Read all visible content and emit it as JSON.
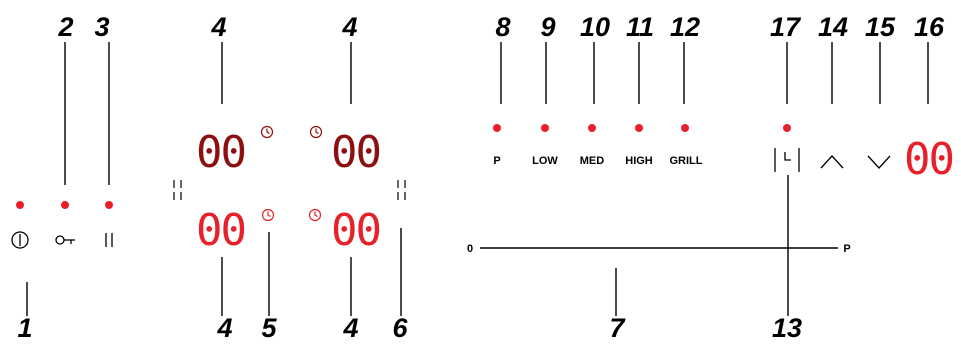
{
  "colors": {
    "led": "#e8202a",
    "display_dark": "#8c1010",
    "display_bright": "#e8202a",
    "line": "#000000"
  },
  "callouts": {
    "power": "1",
    "lock": "2",
    "pause": "3",
    "timer_display_tl": "4",
    "timer_display_tr": "4",
    "timer_display_bl": "4",
    "timer_display_br": "4",
    "timer_icon": "5",
    "bridge": "6",
    "slider": "7",
    "mode_p": "8",
    "mode_low": "9",
    "mode_med": "10",
    "mode_high": "11",
    "mode_grill": "12",
    "timer_key": "13",
    "up": "14",
    "down": "15",
    "timer_display": "16",
    "timer_led": "17"
  },
  "displays": {
    "zone_tl": "00",
    "zone_tr": "00",
    "zone_bl": "00",
    "zone_br": "00",
    "timer": "00"
  },
  "modes": {
    "p": "P",
    "low": "LOW",
    "med": "MED",
    "high": "HIGH",
    "grill": "GRILL"
  },
  "slider": {
    "min_label": "0",
    "max_label": "P"
  },
  "icons": {
    "power": "power-icon",
    "lock": "key-lock-icon",
    "pause": "pause-icon",
    "timer": "clock-icon",
    "bridge": "bridge-icon",
    "up": "chevron-up-icon",
    "down": "chevron-down-icon",
    "timer_key": "timer-key-icon"
  }
}
